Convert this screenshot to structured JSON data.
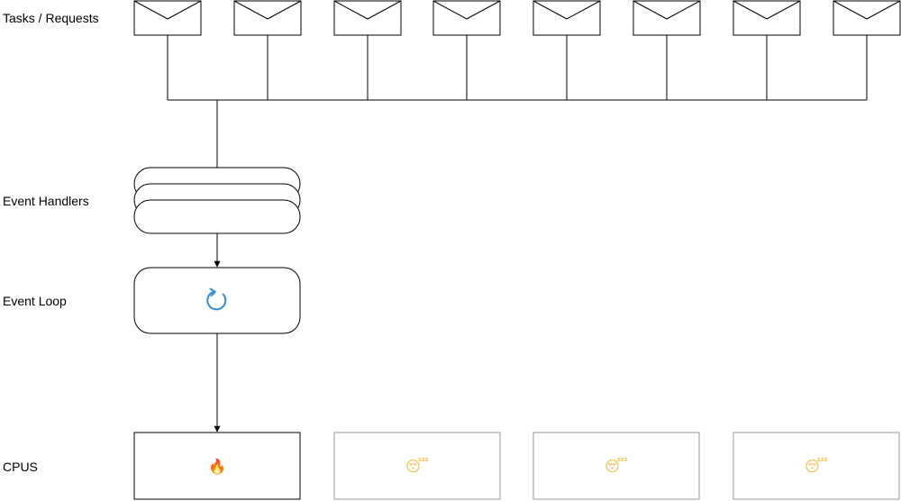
{
  "labels": {
    "tasks": "Tasks / Requests",
    "handlers": "Event Handlers",
    "loop": "Event Loop",
    "cpus": "CPUS"
  },
  "icons": {
    "loop": "refresh-icon",
    "cpu_busy": "fire-emoji-icon",
    "cpu_idle": "sleeping-face-emoji-icon"
  },
  "task_count": 8,
  "cpus": [
    {
      "state": "busy",
      "glyph": "🔥"
    },
    {
      "state": "idle",
      "glyph": "😴"
    },
    {
      "state": "idle",
      "glyph": "😴"
    },
    {
      "state": "idle",
      "glyph": "😴"
    }
  ],
  "colors": {
    "stroke": "#000000",
    "idle_stroke": "#999999",
    "loop_icon": "#2e8fd8",
    "fire": "#f06a1c",
    "sleep": "#f3b934"
  }
}
